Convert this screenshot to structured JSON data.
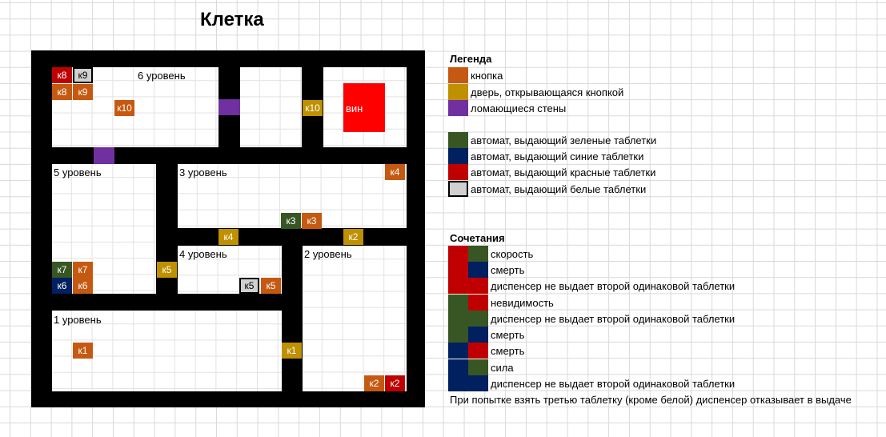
{
  "title": "Клетка",
  "colors": {
    "button": "#c65911",
    "door": "#bf9000",
    "breakable": "#7030a0",
    "green": "#375623",
    "blue": "#002060",
    "red": "#c00000",
    "white": "#d0d0d0",
    "win": "#ff0000"
  },
  "map": {
    "levels": {
      "l6": "6 уровень",
      "l5": "5 уровень",
      "l3": "3 уровень",
      "l4": "4 уровень",
      "l2": "2 уровень",
      "l1": "1 уровень"
    },
    "win_label": "вин",
    "cells": {
      "k8a": "к8",
      "k9a": "к9",
      "k8b": "к8",
      "k9b": "к9",
      "k10a": "к10",
      "k10b": "к10",
      "k4a": "к4",
      "k3a": "к3",
      "k3b": "к3",
      "k4b": "к4",
      "k2a": "к2",
      "k7a": "к7",
      "k7b": "к7",
      "k5a": "к5",
      "k6a": "к6",
      "k6b": "к6",
      "k5b": "к5",
      "k5c": "к5",
      "k1a": "к1",
      "k1b": "к1",
      "k2b": "к2",
      "k2c": "к2"
    }
  },
  "legend": {
    "title": "Легенда",
    "button": "кнопка",
    "door": "дверь, открывающаяся кнопкой",
    "breakable": "ломающиеся стены",
    "green": "автомат, выдающий зеленые таблетки",
    "blue": "автомат, выдающий синие таблетки",
    "red": "автомат, выдающий красные таблетки",
    "white": "автомат, выдающий белые таблетки"
  },
  "combos": {
    "title": "Сочетания",
    "items": [
      "скорость",
      "смерть",
      "диспенсер не выдает второй одинаковой таблетки",
      "невидимость",
      "диспенсер не выдает второй одинаковой таблетки",
      "смерть",
      "смерть",
      "сила",
      "диспенсер не выдает второй одинаковой таблетки"
    ],
    "note": "При попытке взять третью таблетку (кроме белой) диспенсер отказывает в выдаче"
  }
}
